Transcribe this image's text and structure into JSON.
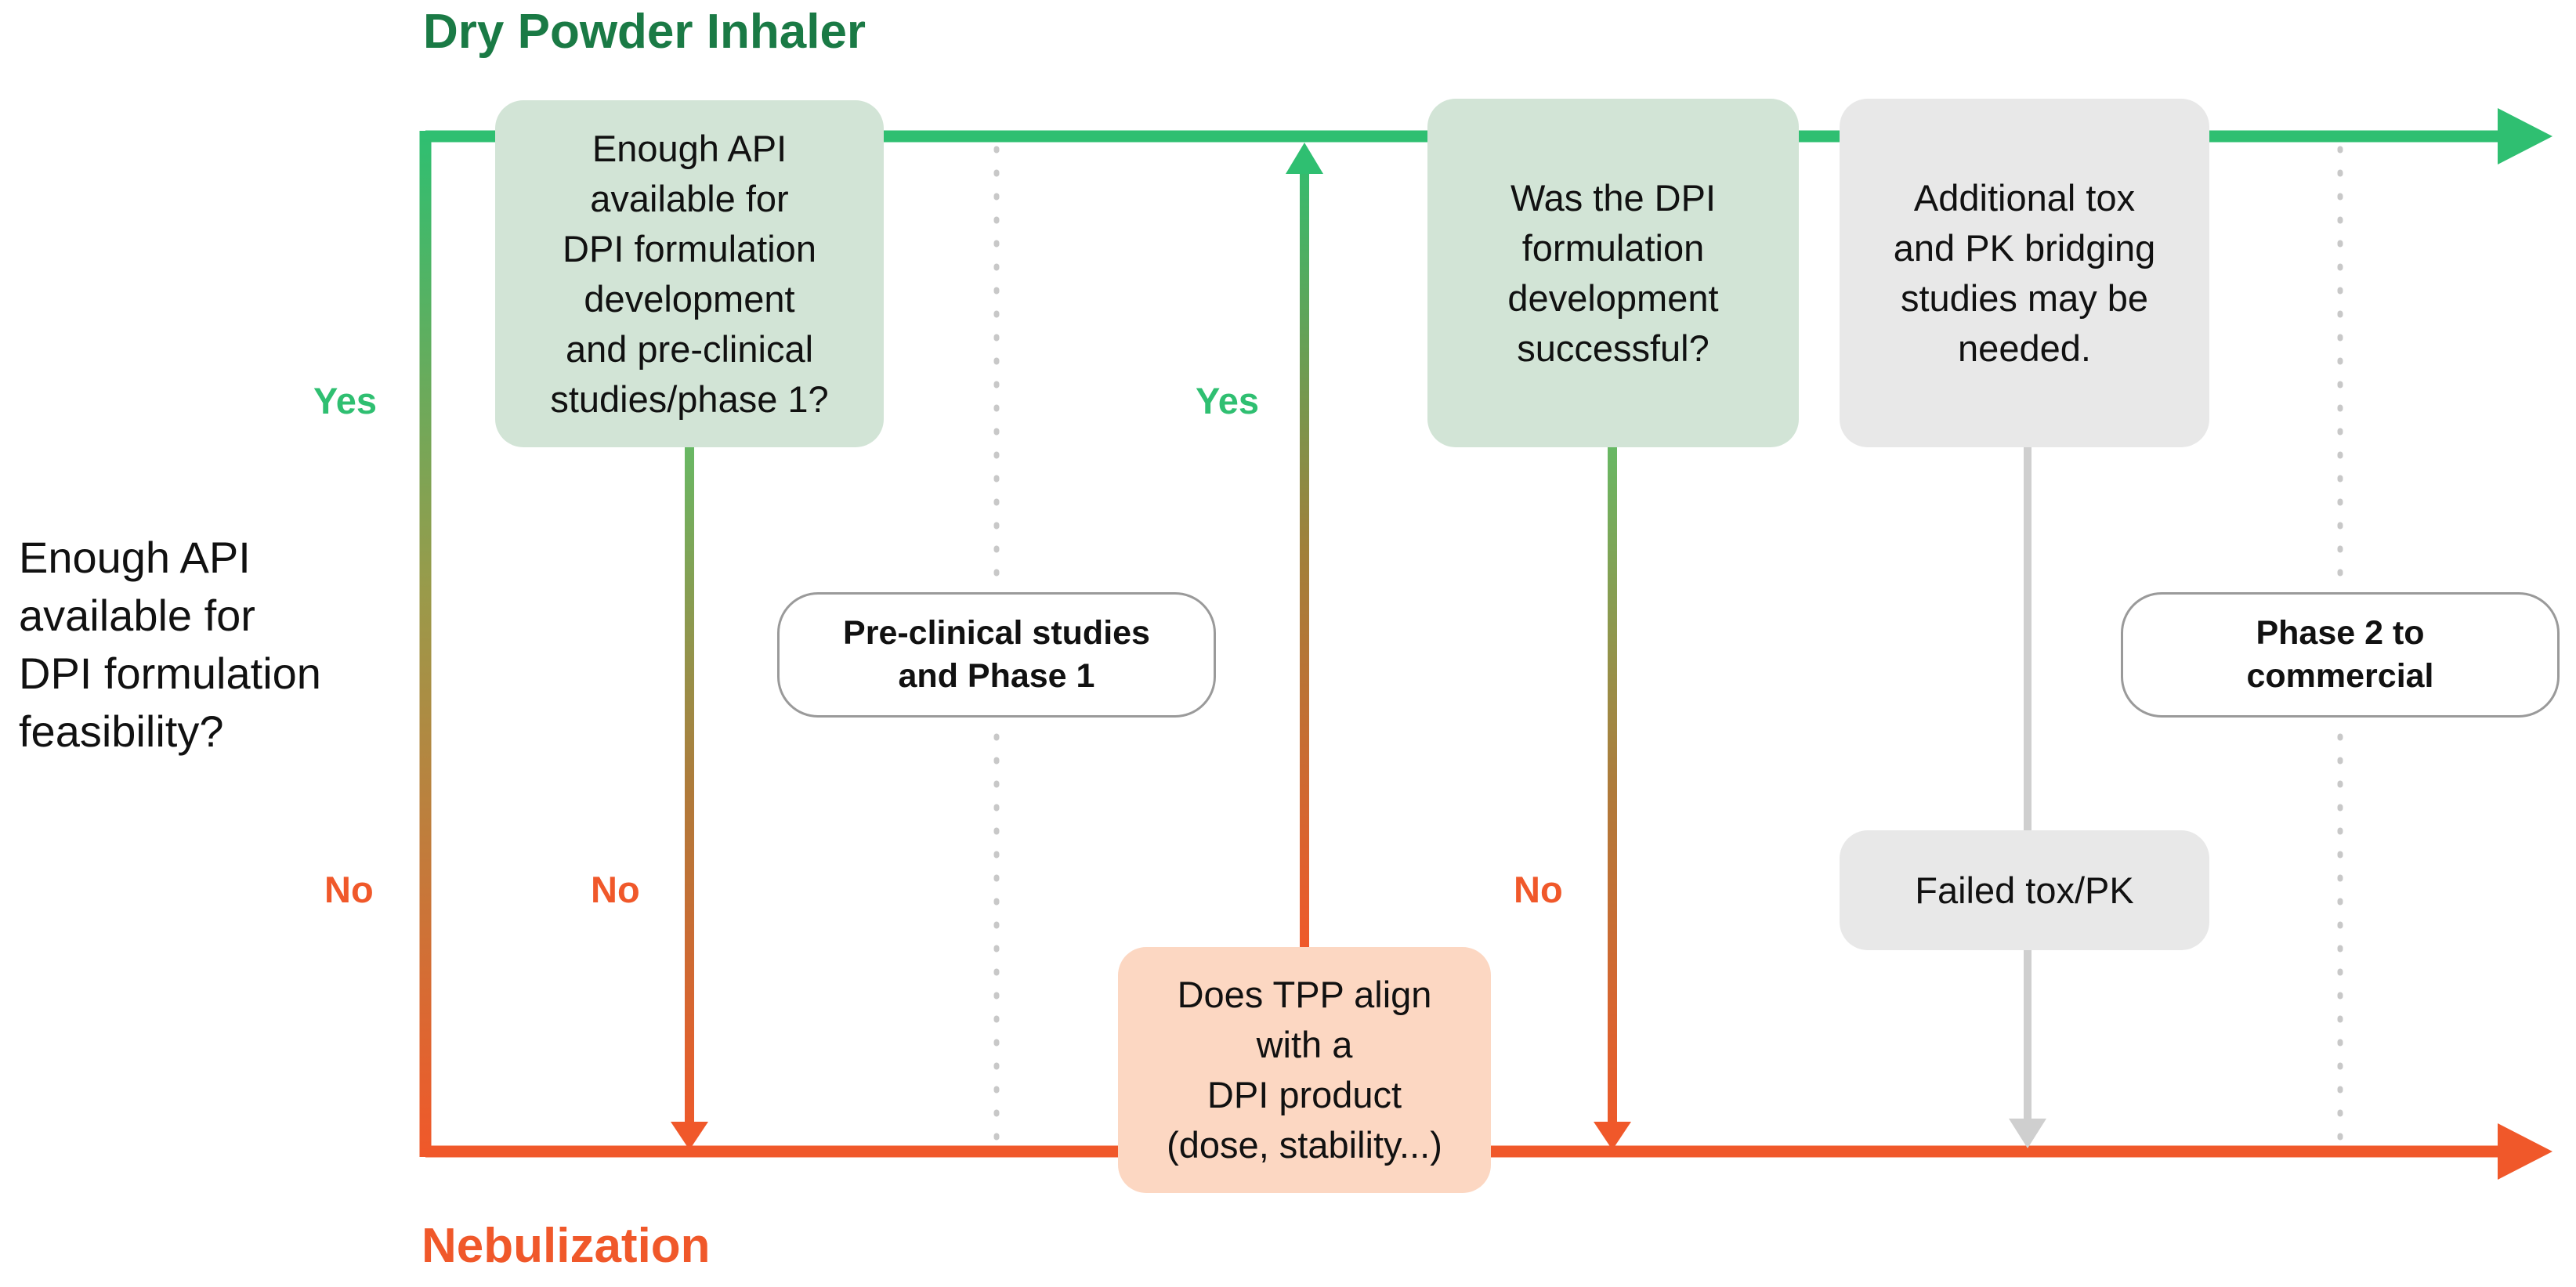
{
  "titles": {
    "top": "Dry Powder Inhaler",
    "bottom": "Nebulization"
  },
  "question": "Enough API\navailable for\nDPI formulation\nfeasibility?",
  "labels": {
    "yes_left": "Yes",
    "no_left": "No",
    "no_api": "No",
    "yes_tpp": "Yes",
    "no_dpi": "No"
  },
  "boxes": {
    "api_check": "Enough API\navailable for\nDPI formulation\ndevelopment\nand pre-clinical\nstudies/phase 1?",
    "dpi_success": "Was the DPI\nformulation\ndevelopment\nsuccessful?",
    "bridging": "Additional tox\nand PK bridging\nstudies may be\nneeded.",
    "failed": "Failed tox/PK",
    "tpp": "Does TPP align\nwith a\nDPI product\n(dose, stability...)"
  },
  "phases": {
    "preclinical": "Pre-clinical studies\nand Phase 1",
    "commercial": "Phase 2 to\ncommercial"
  },
  "colors": {
    "green": "#2fbf71",
    "orange": "#f0582a",
    "grey": "#cfcfcf"
  }
}
